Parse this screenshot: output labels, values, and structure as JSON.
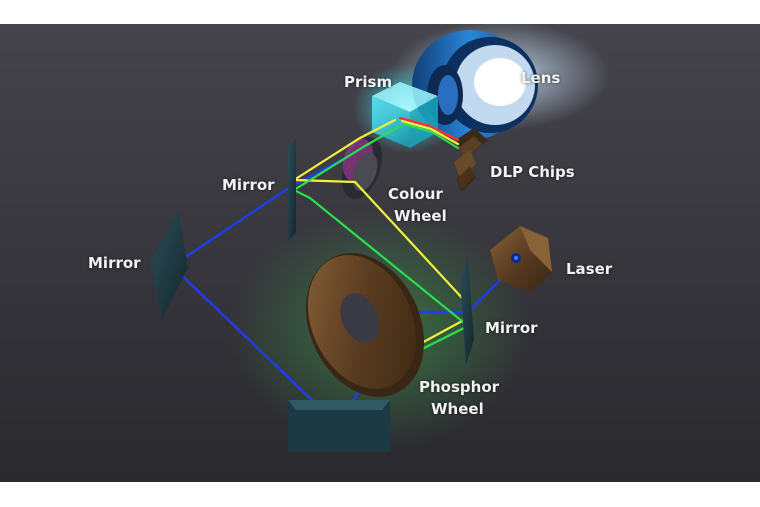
{
  "labels": {
    "prism": "Prism",
    "lens": "Lens",
    "dlp_chips": "DLP Chips",
    "mirror_upper": "Mirror",
    "colour_wheel_line1": "Colour",
    "colour_wheel_line2": "Wheel",
    "mirror_left": "Mirror",
    "laser": "Laser",
    "mirror_right": "Mirror",
    "phosphor_wheel_line1": "Phosphor",
    "phosphor_wheel_line2": "Wheel"
  },
  "colors": {
    "background_top": "#403f47",
    "background_bottom": "#2c2b30",
    "page_band": "#ffffff",
    "beam_blue": "#1f3dff",
    "beam_yellow": "#f2f23a",
    "beam_green": "#28e04a",
    "beam_red": "#ff3030",
    "prism_cyan": "#36d6e6",
    "lens_blue": "#1d6fc4",
    "bronze": "#6b4a2a",
    "mirror_dark": "#1e3a45",
    "glow_green": "#2a8a3a"
  }
}
